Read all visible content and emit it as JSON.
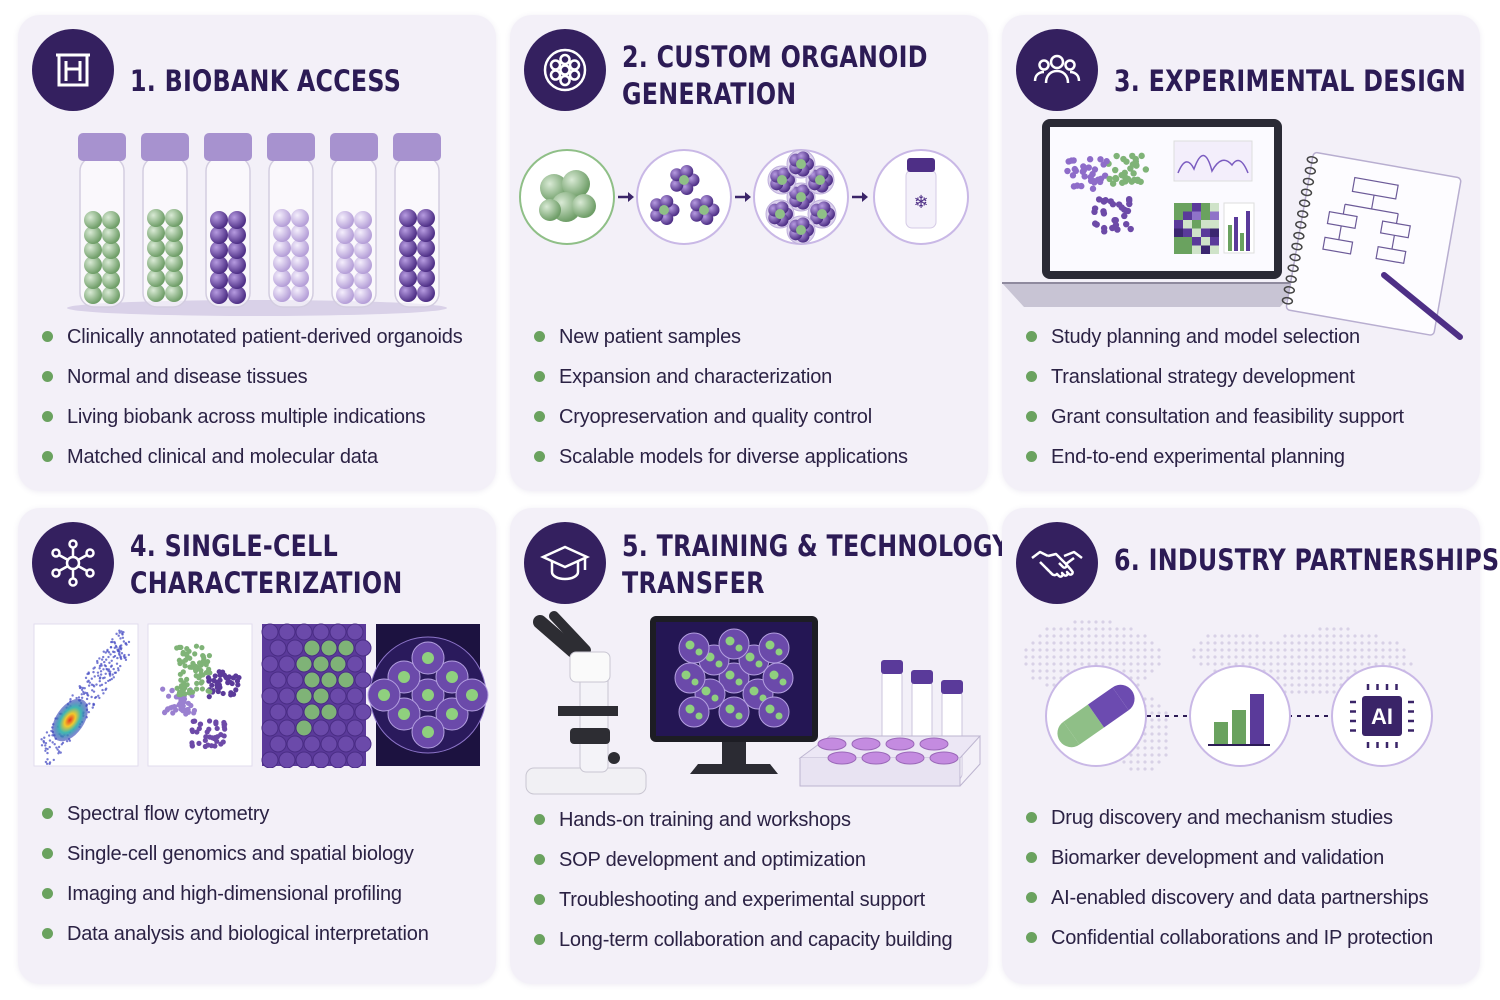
{
  "cards": [
    {
      "title_lines": [
        "1. BIOBANK ACCESS"
      ],
      "icon": "test-tube-icon",
      "bullets": [
        "Clinically annotated patient-derived organoids",
        "Normal and disease tissues",
        "Living biobank across multiple indications",
        "Matched clinical and molecular data"
      ]
    },
    {
      "title_lines": [
        "2. CUSTOM ORGANOID",
        "GENERATION"
      ],
      "icon": "organoid-cells-icon",
      "bullets": [
        "New patient samples",
        "Expansion and characterization",
        "Cryopreservation and quality control",
        "Scalable models for diverse applications"
      ]
    },
    {
      "title_lines": [
        "3. EXPERIMENTAL DESIGN"
      ],
      "icon": "team-icon",
      "bullets": [
        "Study planning and model selection",
        "Translational strategy development",
        "Grant consultation and feasibility support",
        "End-to-end experimental planning"
      ]
    },
    {
      "title_lines": [
        "4. SINGLE-CELL",
        "CHARACTERIZATION"
      ],
      "icon": "network-icon",
      "bullets": [
        "Spectral flow cytometry",
        "Single-cell genomics and spatial biology",
        "Imaging and high-dimensional profiling",
        "Data analysis and biological interpretation"
      ]
    },
    {
      "title_lines": [
        "5. TRAINING & TECHNOLOGY",
        "TRANSFER"
      ],
      "icon": "graduation-cap-icon",
      "bullets": [
        "Hands-on training and workshops",
        "SOP development and optimization",
        "Troubleshooting and experimental support",
        "Long-term collaboration and capacity building"
      ]
    },
    {
      "title_lines": [
        "6. INDUSTRY PARTNERSHIPS"
      ],
      "icon": "handshake-icon",
      "bullets": [
        "Drug discovery and mechanism studies",
        "Biomarker development and validation",
        "AI-enabled discovery and data partnerships",
        "Confidential collaborations and IP protection"
      ]
    }
  ],
  "partnerships_ai_label": "AI",
  "colors": {
    "card_bg": "#f3f0f8",
    "icon_bg": "#34205f",
    "title": "#2c1b55",
    "bullet_dot": "#6aa25f",
    "purple": "#5a3a9a",
    "lavender": "#c9b8e6",
    "green": "#8fbf87"
  }
}
